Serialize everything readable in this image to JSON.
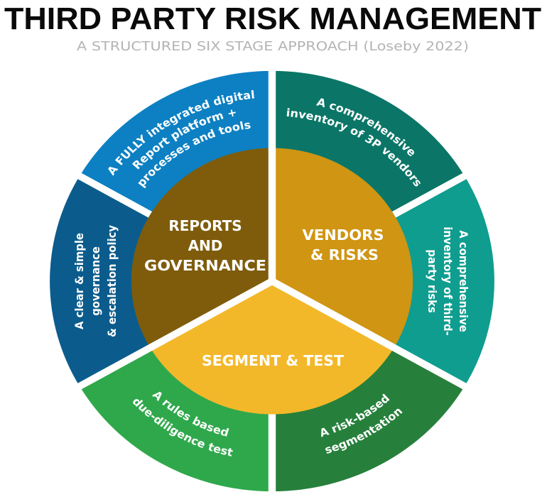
{
  "header": {
    "title": "THIRD PARTY RISK MANAGEMENT",
    "subtitle": "A STRUCTURED SIX STAGE APPROACH (Loseby 2022)"
  },
  "diagram": {
    "type": "two-ring segmented wheel",
    "hub": [
      {
        "name": "reports-and-governance",
        "lines": [
          "REPORTS",
          "AND",
          "GOVERNANCE"
        ],
        "color": "#7e5c0b"
      },
      {
        "name": "vendors-and-risks",
        "lines": [
          "VENDORS",
          "& RISKS"
        ],
        "color": "#cf9513"
      },
      {
        "name": "segment-and-test",
        "lines": [
          "SEGMENT & TEST"
        ],
        "color": "#f3b82a"
      }
    ],
    "stages": [
      {
        "name": "digital-platform",
        "position": "top-left",
        "parent": "REPORTS AND GOVERNANCE",
        "lines": [
          "A FULLY integrated digital",
          "Report platform  +",
          "processes and tools"
        ],
        "color": "#0c80c2"
      },
      {
        "name": "vendor-inventory",
        "position": "top-right",
        "parent": "VENDORS & RISKS",
        "lines": [
          "A comprehensive",
          "inventory of 3P vendors"
        ],
        "color": "#0b7667"
      },
      {
        "name": "risk-inventory",
        "position": "right",
        "parent": "VENDORS & RISKS",
        "lines": [
          "A comprehensive",
          "inventory of third-",
          "party risks"
        ],
        "color": "#0f9d8f"
      },
      {
        "name": "risk-segmentation",
        "position": "bottom-right",
        "parent": "SEGMENT & TEST",
        "lines": [
          "A risk-based",
          "segmentation"
        ],
        "color": "#26803b"
      },
      {
        "name": "due-diligence-test",
        "position": "bottom-left",
        "parent": "SEGMENT & TEST",
        "lines": [
          "A rules based",
          "due-diligence test"
        ],
        "color": "#2fa84b"
      },
      {
        "name": "governance-policy",
        "position": "left",
        "parent": "REPORTS AND GOVERNANCE",
        "lines": [
          "A clear & simple",
          "governance",
          "& escalation policy"
        ],
        "color": "#0b5c8c"
      }
    ],
    "divider_color": "#ffffff"
  }
}
